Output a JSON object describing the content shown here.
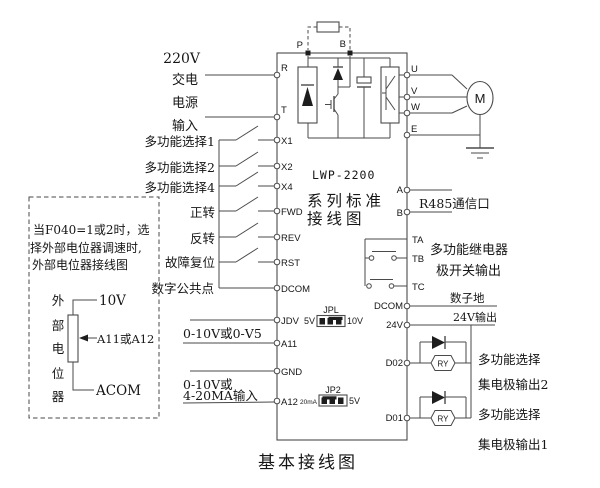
{
  "title": "基本接线图",
  "center": {
    "model": "LWP-2200",
    "sub1": "系列标准",
    "sub2": "接线图"
  },
  "power": {
    "l1": "220V",
    "l2": "交电",
    "l3": "电源",
    "l4": "输入",
    "r": "R",
    "t": "T"
  },
  "brake": {
    "p": "P",
    "b": "B"
  },
  "digital": {
    "rows": [
      {
        "label": "多功能选择1",
        "term": "X1"
      },
      {
        "label": "多功能选择2",
        "term": "X2"
      },
      {
        "label": "多功能选择4",
        "term": "X4"
      },
      {
        "label": "正转",
        "term": "FWD"
      },
      {
        "label": "反转",
        "term": "REV"
      },
      {
        "label": "故障复位",
        "term": "RST"
      },
      {
        "label": "数字公共点",
        "term": "DCOM"
      }
    ]
  },
  "analog": {
    "jdv": "JDV",
    "a11": "A11",
    "gnd": "GND",
    "a12": "A12",
    "a11_label": "0-10V或0-V5",
    "a12_label1": "0-10V或",
    "a12_label2": "4-20MA输入"
  },
  "jumpers": {
    "jpl": {
      "name": "JPL",
      "left": "5V",
      "right": "10V"
    },
    "jp2": {
      "name": "JP2",
      "left": "20mA",
      "right": "5V"
    }
  },
  "motor_out": {
    "u": "U",
    "v": "V",
    "w": "W",
    "e": "E",
    "motor": "M"
  },
  "comm": {
    "a": "A",
    "b": "B",
    "label": "R485通信口"
  },
  "relay": {
    "ta": "TA",
    "tb": "TB",
    "tc": "TC",
    "line1": "多功能继电器",
    "line2": "极开关输出"
  },
  "right_io": {
    "dcom": "DCOM",
    "dcom_label": "数子地",
    "v24": "24V",
    "v24_label": "24V输出",
    "d02": "D02",
    "d01": "D01",
    "ry": "RY",
    "d02_line1": "多功能选择",
    "d02_line2": "集电极输出2",
    "d01_line1": "多功能选择",
    "d01_line2": "集电极输出1"
  },
  "pot_box": {
    "note1": "当F040=1或2时，选",
    "note2": "择外部电位器调速时,",
    "note3": "外部电位器接线图",
    "vertical": [
      "外",
      "部",
      "电",
      "位",
      "器"
    ],
    "top": "10V",
    "wiper": "A11或A12",
    "bottom": "ACOM"
  },
  "colors": {
    "line": "#4a4a4a",
    "text": "#161616"
  }
}
